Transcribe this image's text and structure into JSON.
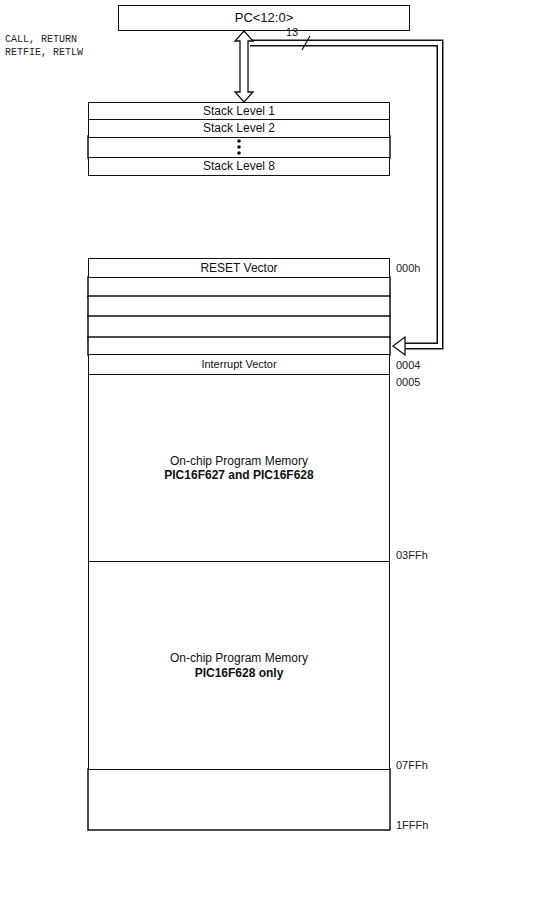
{
  "diagram": {
    "nodes": [
      {
        "text": [
          "PC<12:0>"
        ]
      },
      {
        "text": [
          "Stack Level 1"
        ]
      },
      {
        "text": [
          "Stack Level 2"
        ]
      },
      {
        "text": [
          "Stack Level 8"
        ]
      },
      {
        "text": [
          "RESET Vector"
        ]
      },
      {
        "text": [
          "Interrupt Vector"
        ]
      },
      {
        "text": [
          "On-chip Program Memory",
          "PIC16F627 and PIC16F628"
        ]
      },
      {
        "text": [
          "On-chip Program Memory",
          "PIC16F628 only"
        ]
      }
    ],
    "edges": [
      {
        "from": 0,
        "to": 1,
        "arrow": "both"
      }
    ],
    "labels": [
      "CALL, RETURN RETFIE, RETLW",
      "13",
      "000h",
      "0004",
      "0005",
      "03FFh",
      "07FFh",
      "1FFFh"
    ]
  }
}
